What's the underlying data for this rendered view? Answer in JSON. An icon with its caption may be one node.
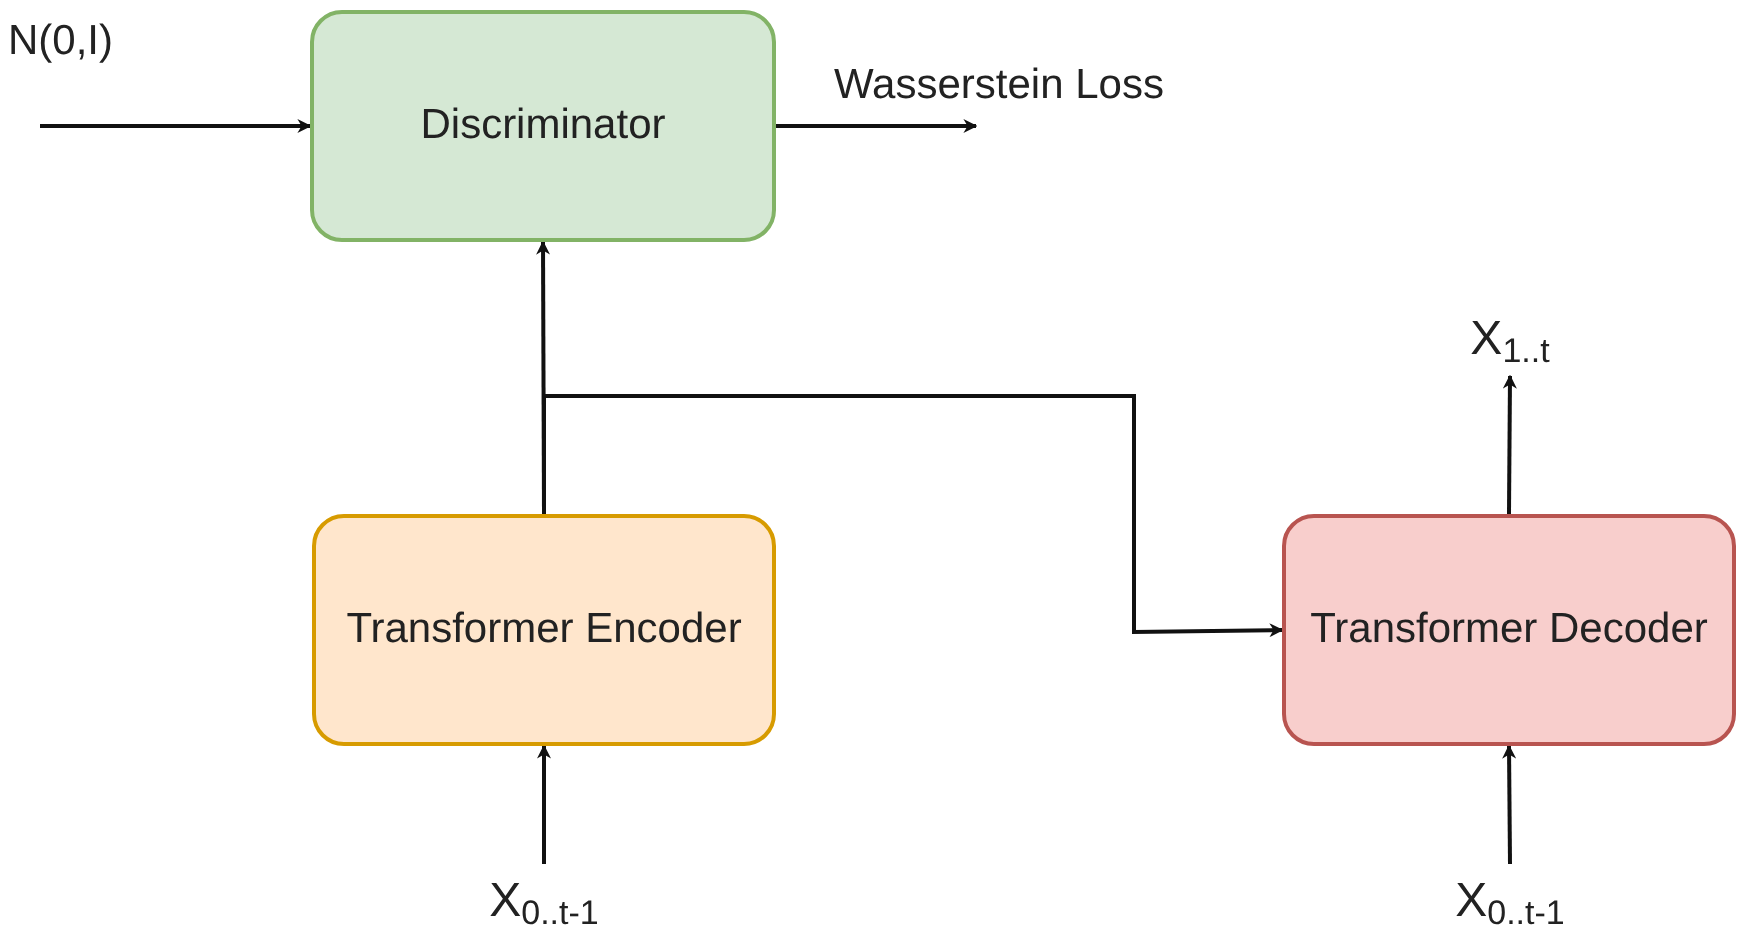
{
  "diagram": {
    "nodes": [
      {
        "text": [
          "Discriminator"
        ]
      },
      {
        "text": [
          "Transformer Encoder"
        ]
      },
      {
        "text": [
          "Transformer Decoder"
        ]
      },
      {
        "text": [
          "X$_{0..t-1}$"
        ]
      },
      {
        "text": [
          "X$_{1..t}$"
        ]
      },
      {
        "text": [
          "X$_{0..t-1}$"
        ]
      }
    ],
    "edges": [
      {
        "from": null,
        "to": 0,
        "arrow": "to",
        "label": "N(0,I)"
      },
      {
        "from": 0,
        "to": null,
        "arrow": "to",
        "label": "Wasserstein Loss"
      },
      {
        "from": 1,
        "to": 0,
        "arrow": "to"
      },
      {
        "from": 1,
        "to": 2,
        "arrow": "to"
      },
      {
        "from": 3,
        "to": 1,
        "arrow": "to"
      },
      {
        "from": 2,
        "to": 4,
        "arrow": "to"
      },
      {
        "from": 5,
        "to": 2,
        "arrow": "to"
      }
    ]
  }
}
